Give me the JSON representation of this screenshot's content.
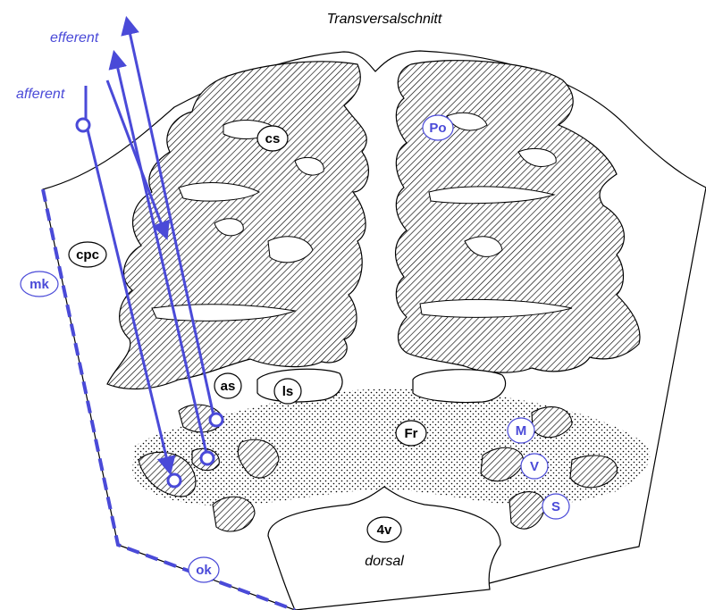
{
  "title": "Transversalschnitt",
  "labels": {
    "efferent": "efferent",
    "afferent": "afferent",
    "dorsal": "dorsal",
    "cs": "cs",
    "cpc": "cpc",
    "as": "as",
    "ls": "ls",
    "fr": "Fr",
    "fourth_ventricle": "4v",
    "po": "Po",
    "mk": "mk",
    "m": "M",
    "v": "V",
    "s": "S",
    "ok": "ok"
  },
  "colors": {
    "accent": "#4a4ad8",
    "outline": "#000000",
    "background": "#ffffff"
  }
}
